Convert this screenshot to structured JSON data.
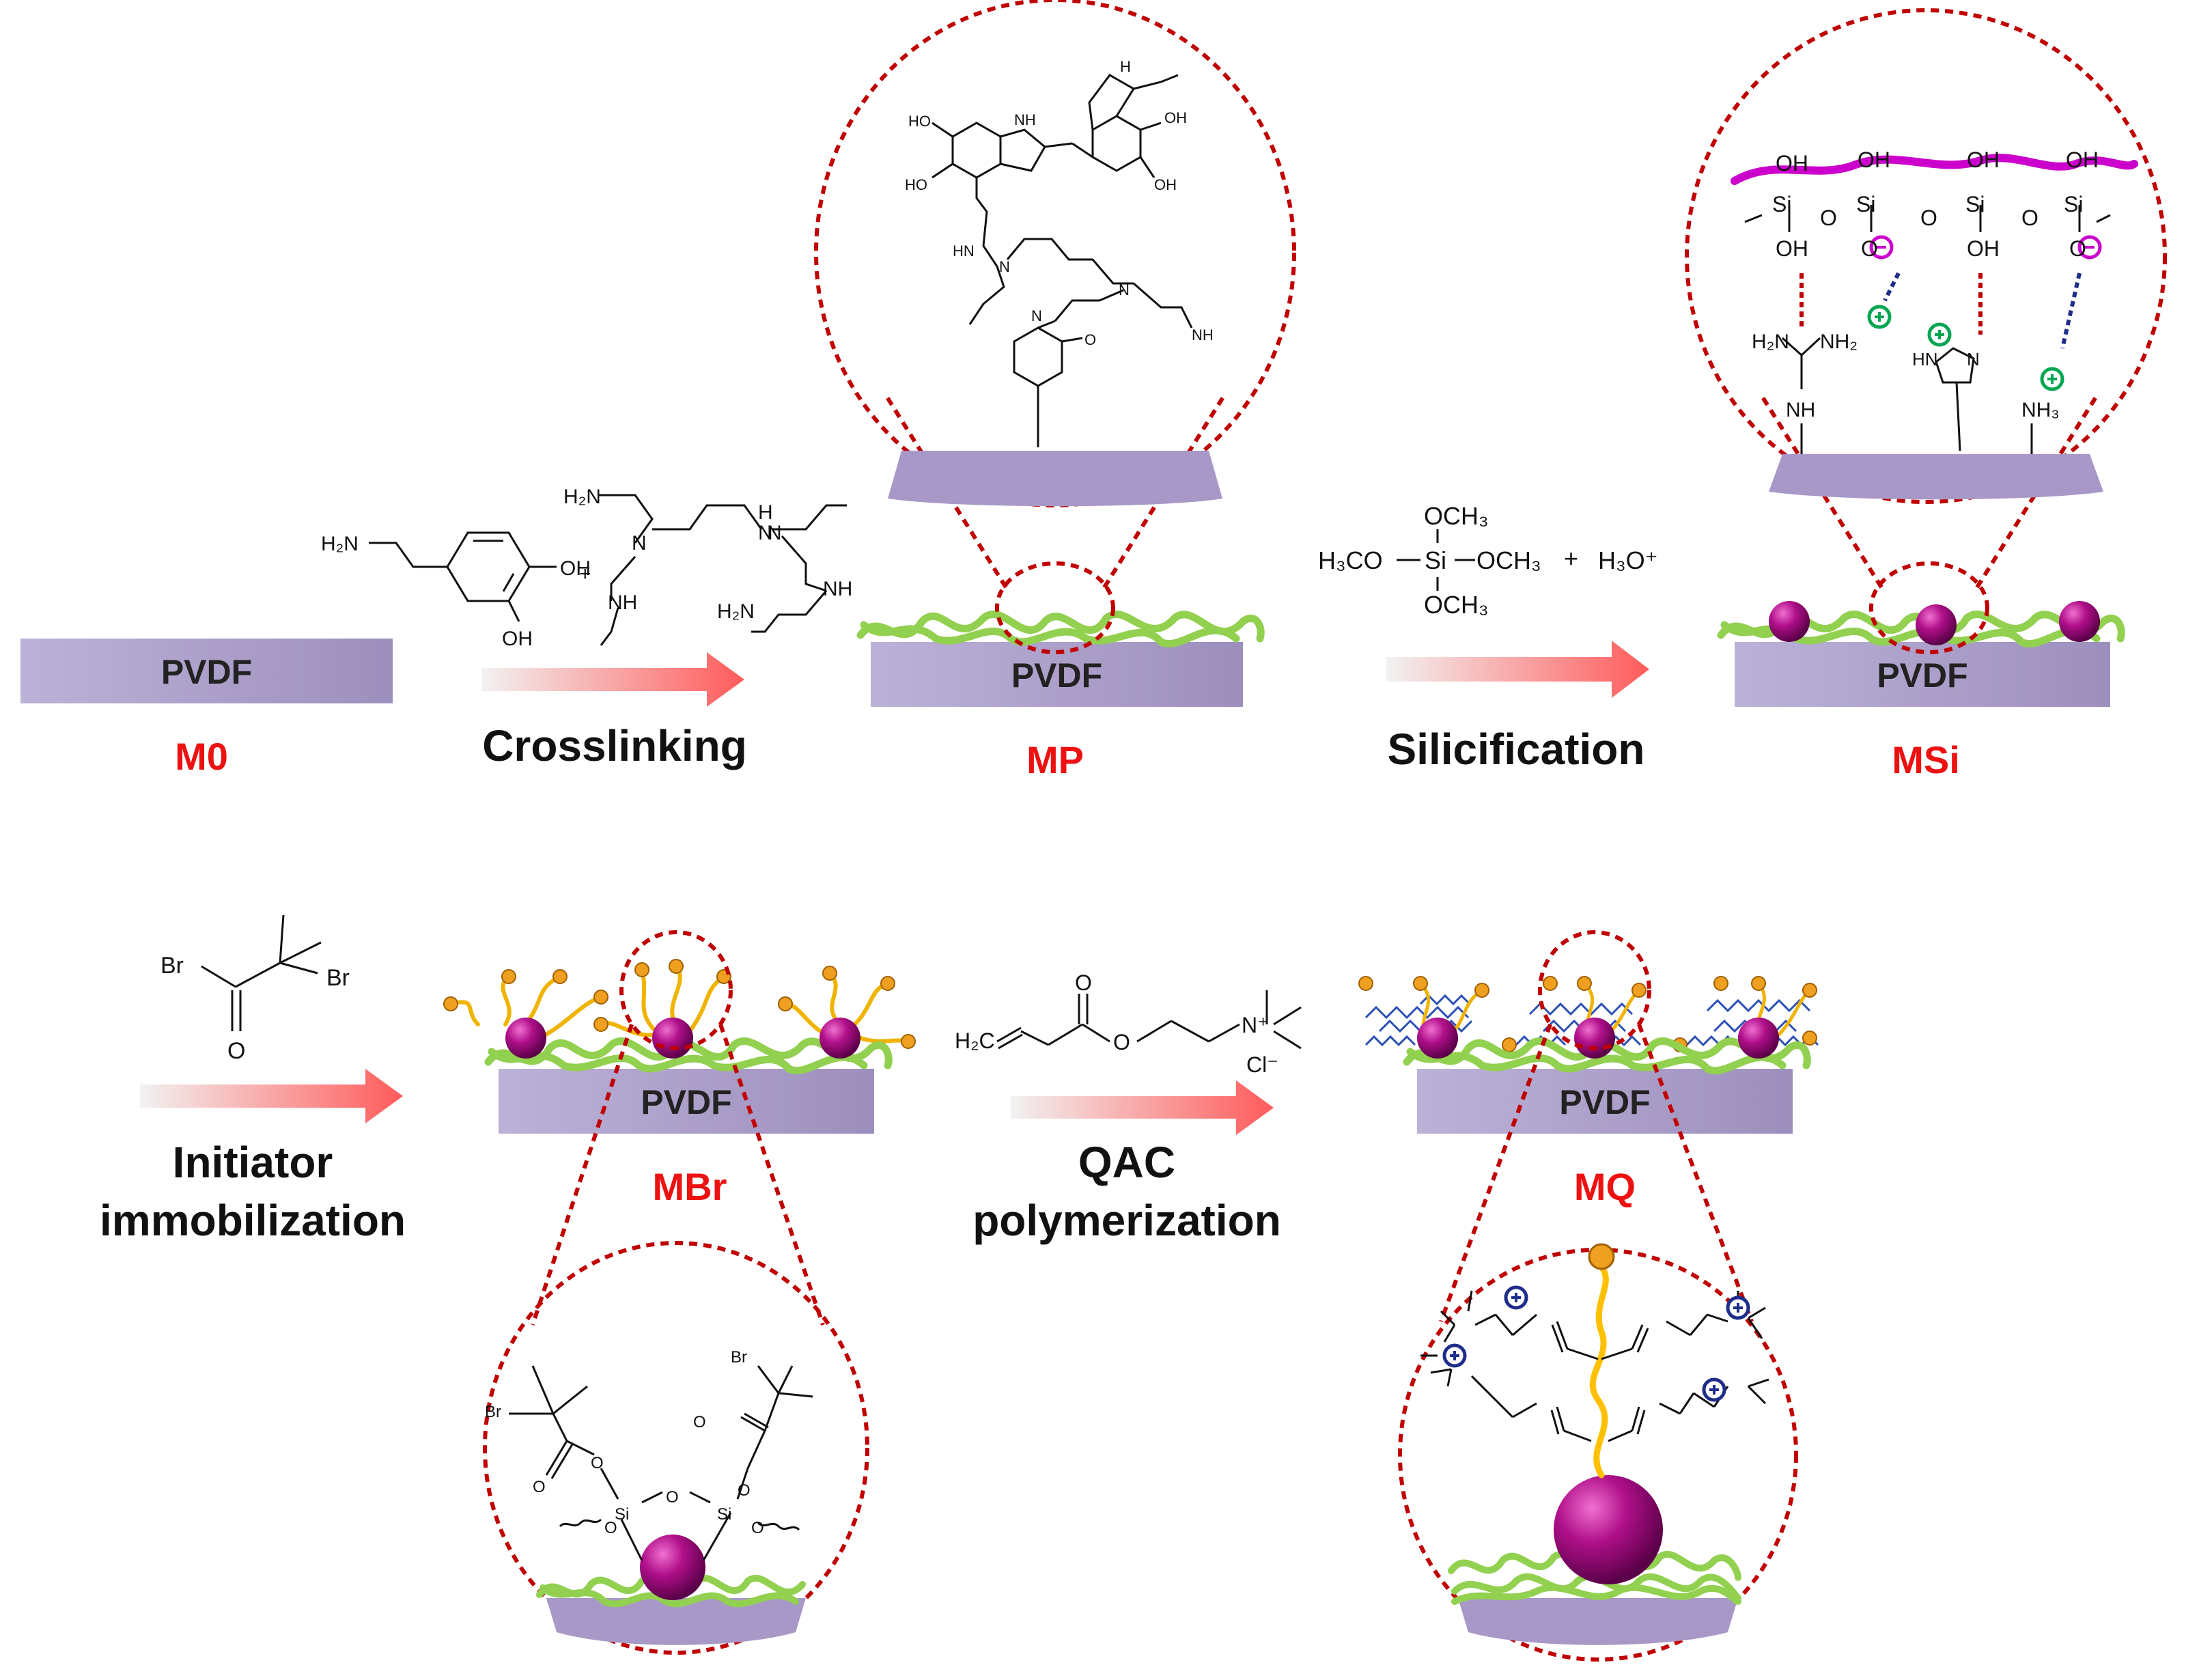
{
  "membranes": {
    "m0": {
      "label": "M0",
      "substrate": "PVDF"
    },
    "mp": {
      "label": "MP",
      "substrate": "PVDF"
    },
    "msi": {
      "label": "MSi",
      "substrate": "PVDF"
    },
    "mbr": {
      "label": "MBr",
      "substrate": "PVDF"
    },
    "mq": {
      "label": "MQ",
      "substrate": "PVDF"
    }
  },
  "steps": {
    "crosslinking": {
      "label": "Crosslinking"
    },
    "silicification": {
      "label": "Silicification"
    },
    "initiator": {
      "line1": "Initiator",
      "line2": "immobilization"
    },
    "qac": {
      "line1": "QAC",
      "line2": "polymerization"
    }
  },
  "reagents": {
    "dopamine": {
      "h2n": "H₂N",
      "oh1": "OH",
      "oh2": "OH",
      "plus": "+"
    },
    "pei": {
      "h2n_a": "H₂N",
      "n1": "N",
      "h1": "H",
      "n2": "N",
      "n3": "N",
      "nh1": "NH",
      "nh2": "NH",
      "h2n_b": "H₂N"
    },
    "tmos": {
      "och3_top": "OCH₃",
      "h3co": "H₃CO",
      "si": "Si",
      "och3_right": "OCH₃",
      "och3_bottom": "OCH₃",
      "plus": "+",
      "h3o": "H₃O⁺"
    },
    "bibb": {
      "br1": "Br",
      "br2": "Br",
      "o": "O"
    },
    "qac_monomer": {
      "h2c": "H₂C",
      "o_carbonyl": "O",
      "o_ester": "O",
      "n": "N⁺",
      "cl": "Cl⁻"
    }
  },
  "zoom_mp": {
    "oh1": "HO",
    "oh2": "HO",
    "oh3": "OH",
    "oh4": "OH",
    "nh1": "NH",
    "nh2": "H",
    "hn": "HN",
    "n1": "N",
    "n2": "N",
    "nh3": "NH",
    "o": "O",
    "n3": "N"
  },
  "zoom_msi": {
    "oh_top": [
      "OH",
      "OH",
      "OH",
      "OH"
    ],
    "si": [
      "Si",
      "Si",
      "Si",
      "Si"
    ],
    "o_bridge": [
      "O",
      "O",
      "O"
    ],
    "oh_bottom1": "OH",
    "o_minus1": "O",
    "oh_bottom2": "OH",
    "o_minus2": "O",
    "guanidine": {
      "h2n": "H₂N",
      "nh2": "NH₂",
      "nh": "NH"
    },
    "pyrazole": {
      "hn": "HN",
      "n": "N"
    },
    "amine": {
      "nh3": "NH₃"
    }
  },
  "zoom_mbr": {
    "br1": "Br",
    "br2": "Br",
    "o1": "O",
    "o2": "O",
    "o3": "O",
    "o4": "O",
    "o5": "O",
    "si1": "Si",
    "si2": "Si",
    "o6": "O",
    "o7": "O"
  },
  "colors": {
    "pvdf_top": "#b9aed6",
    "pvdf_bottom": "#9e90be",
    "green_chain": "#92d050",
    "magenta": "#cc00cc",
    "particle": "#a0106f",
    "red_dash": "#c00000",
    "navy_dash": "#1f2d8a",
    "arrow": "#ff6060",
    "label_red": "#ee1111",
    "plus_green": "#00a651",
    "yellow_brush": "#ffc000",
    "blue_brush": "#2b4fb5"
  }
}
